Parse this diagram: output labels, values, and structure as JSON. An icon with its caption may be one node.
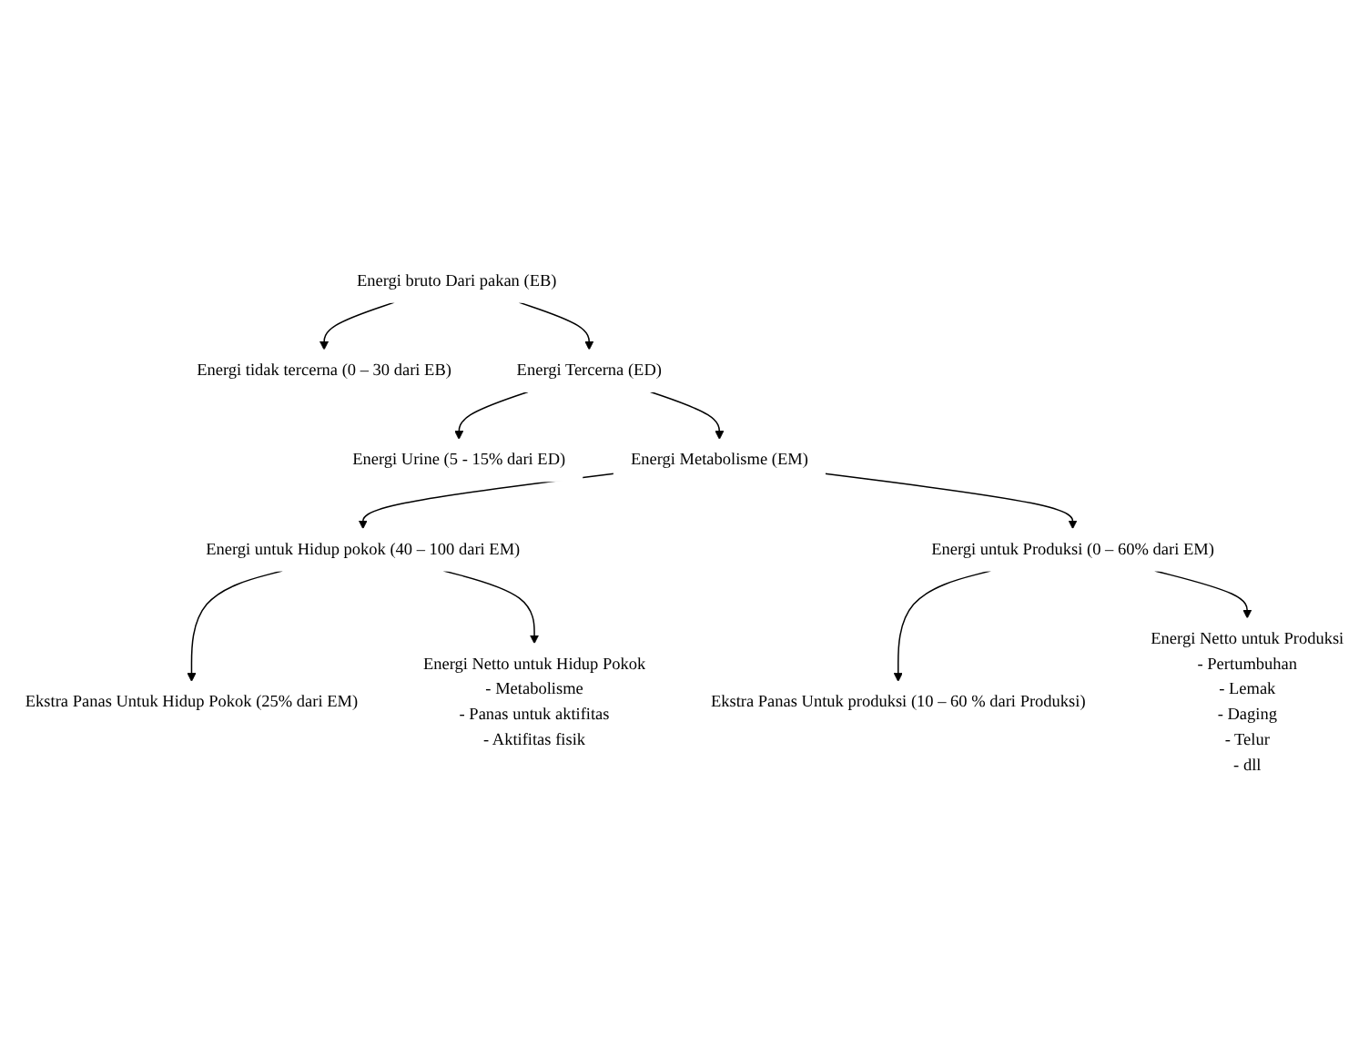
{
  "diagram": {
    "nodes": [
      {
        "text": [
          "Energi bruto Dari pakan (EB)"
        ]
      },
      {
        "text": [
          "Energi tidak tercerna (0 – 30 dari EB)"
        ]
      },
      {
        "text": [
          "Energi Tercerna (ED)"
        ]
      },
      {
        "text": [
          "Energi Urine (5 - 15% dari ED)"
        ]
      },
      {
        "text": [
          "Energi Metabolisme (EM)"
        ]
      },
      {
        "text": [
          "Energi untuk Hidup pokok (40 – 100 dari EM)"
        ]
      },
      {
        "text": [
          "Energi untuk Produksi (0 – 60% dari EM)"
        ]
      },
      {
        "text": [
          "Ekstra Panas Untuk Hidup Pokok (25% dari EM)"
        ]
      },
      {
        "text": [
          "Energi Netto untuk Hidup Pokok",
          "- Metabolisme",
          "- Panas untuk aktifitas",
          "- Aktifitas fisik"
        ]
      },
      {
        "text": [
          "Ekstra Panas Untuk produksi (10 – 60 % dari Produksi)"
        ]
      },
      {
        "text": [
          "Energi Netto untuk Produksi",
          "- Pertumbuhan",
          "- Lemak",
          "- Daging",
          "- Telur",
          "- dll"
        ]
      }
    ],
    "edges": [
      {
        "from": 0,
        "to": 2,
        "arrow": "to"
      },
      {
        "from": 0,
        "to": 1,
        "arrow": "to"
      },
      {
        "from": 2,
        "to": 4,
        "arrow": "to"
      },
      {
        "from": 2,
        "to": 3,
        "arrow": "to"
      },
      {
        "from": 4,
        "to": 5,
        "arrow": "to"
      },
      {
        "from": 4,
        "to": 6,
        "arrow": "to"
      },
      {
        "from": 5,
        "to": 7,
        "arrow": "to"
      },
      {
        "from": 5,
        "to": 8,
        "arrow": "to"
      },
      {
        "from": 6,
        "to": 9,
        "arrow": "to"
      },
      {
        "from": 6,
        "to": 10,
        "arrow": "to"
      }
    ]
  }
}
